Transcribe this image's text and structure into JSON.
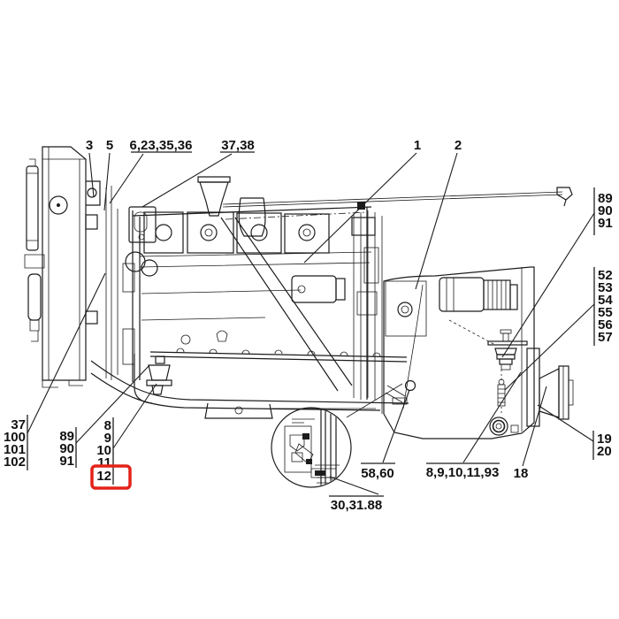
{
  "diagram": {
    "kind": "engine-transmission-parts-diagram",
    "background_color": "#ffffff",
    "line_color": "#1c1c1c",
    "highlight": {
      "label": "12",
      "color": "#e3231a"
    }
  },
  "callouts": {
    "top": {
      "c3": "3",
      "c5": "5",
      "c6_23_35_36": "6,23,35,36",
      "c37_38": "37,38",
      "c1": "1",
      "c2": "2"
    },
    "right": {
      "group1": [
        "89",
        "90",
        "91"
      ],
      "group2": [
        "52",
        "53",
        "54",
        "55",
        "56",
        "57"
      ],
      "group3": [
        "19",
        "20"
      ]
    },
    "bottom": {
      "c58_60": "58,60",
      "c8_9_10_11_93": "8,9,10,11,93",
      "c18": "18",
      "c30_31_88": "30,31.88"
    },
    "bottom_left": {
      "group1": [
        "37",
        "100",
        "101",
        "102"
      ],
      "group2": [
        "89",
        "90",
        "91"
      ],
      "group3": [
        "8",
        "9",
        "10",
        "11",
        "12"
      ]
    }
  }
}
